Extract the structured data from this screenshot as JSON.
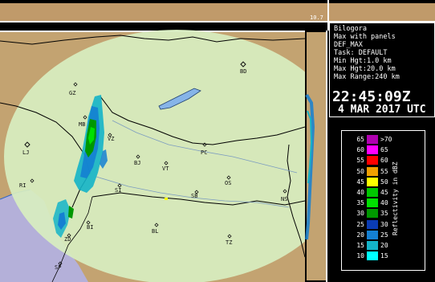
{
  "corner_readout": "10.7",
  "info": {
    "lines": [
      "Bilogora",
      "Max with panels",
      "DEF_MAX",
      "Task: DEFAULT",
      "Min Hgt:1.0 km",
      "Max Hgt:20.0 km",
      "Max Range:240 km"
    ],
    "time": "22:45:09Z",
    "date": "4 MAR 2017 UTC"
  },
  "legend": {
    "title": "Reflectivity in dBZ",
    "rows": [
      {
        "low": "65",
        "high": ">70",
        "color": "#b000b0"
      },
      {
        "low": "60",
        "high": "65",
        "color": "#ff00ff"
      },
      {
        "low": "55",
        "high": "60",
        "color": "#ff0000"
      },
      {
        "low": "50",
        "high": "55",
        "color": "#f0a000"
      },
      {
        "low": "45",
        "high": "50",
        "color": "#ffff00"
      },
      {
        "low": "40",
        "high": "45",
        "color": "#00c800"
      },
      {
        "low": "35",
        "high": "40",
        "color": "#00e000"
      },
      {
        "low": "30",
        "high": "35",
        "color": "#009800"
      },
      {
        "low": "25",
        "high": "30",
        "color": "#0a3cb4"
      },
      {
        "low": "20",
        "high": "25",
        "color": "#1480d2"
      },
      {
        "low": "15",
        "high": "20",
        "color": "#14b4c8"
      },
      {
        "low": "10",
        "high": "15",
        "color": "#00ffff"
      }
    ]
  },
  "cities": [
    {
      "code": "BD"
    },
    {
      "code": "GZ"
    },
    {
      "code": "MB"
    },
    {
      "code": "LJ"
    },
    {
      "code": "VZ"
    },
    {
      "code": "PC"
    },
    {
      "code": "BJ"
    },
    {
      "code": "VT"
    },
    {
      "code": "OS"
    },
    {
      "code": "RI"
    },
    {
      "code": "SI"
    },
    {
      "code": "SB"
    },
    {
      "code": "NS"
    },
    {
      "code": "BL"
    },
    {
      "code": "BI"
    },
    {
      "code": "ZD"
    },
    {
      "code": "TZ"
    },
    {
      "code": "SP"
    }
  ],
  "colors": {
    "land": "#c3a371",
    "coverage": "#d8eec0",
    "sea": "#b4b0d9",
    "border": "#000000",
    "lake": "#86b4e8"
  }
}
